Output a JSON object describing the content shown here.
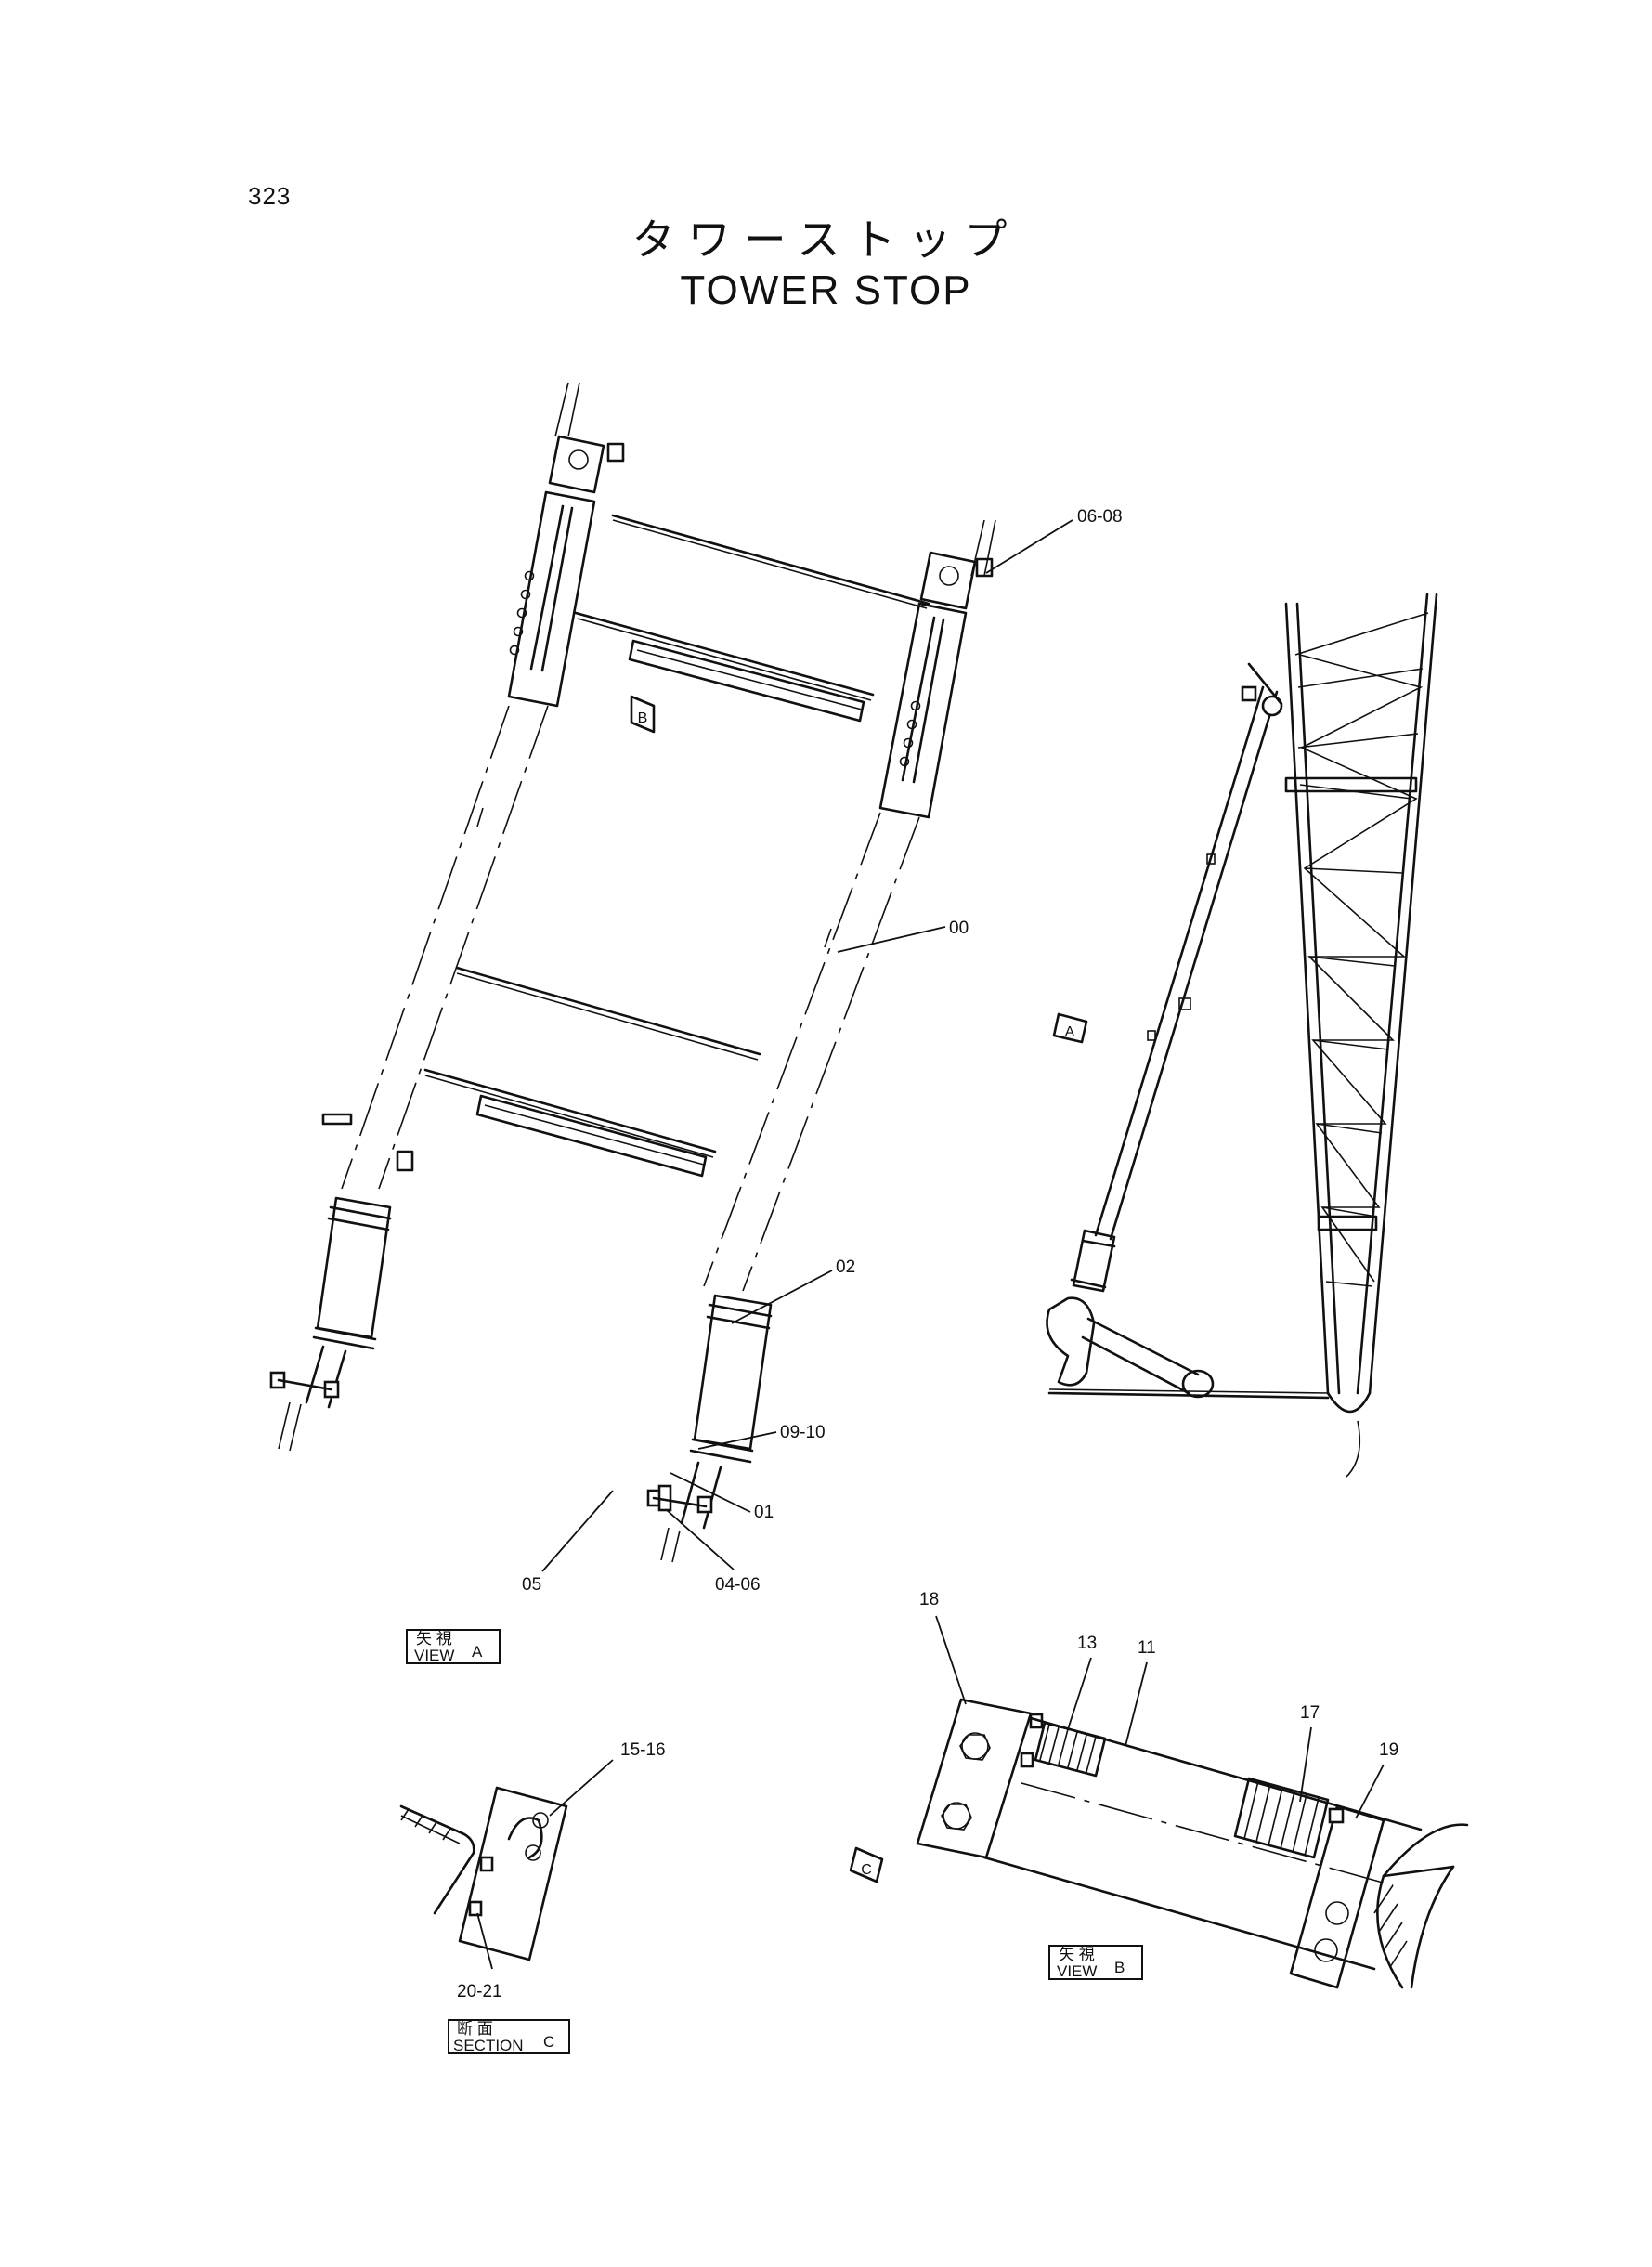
{
  "page_number": "323",
  "title_jp": "タワーストップ",
  "title_en": "TOWER STOP",
  "callouts": {
    "c_06_08": "06-08",
    "c_00": "00",
    "c_02": "02",
    "c_09_10": "09-10",
    "c_01": "01",
    "c_05": "05",
    "c_04_06": "04-06",
    "c_18": "18",
    "c_13": "13",
    "c_11": "11",
    "c_17": "17",
    "c_19": "19",
    "c_15_16": "15-16",
    "c_20_21": "20-21"
  },
  "view_markers": {
    "a": "A",
    "b": "B",
    "c": "C"
  },
  "view_labels": {
    "view_a": {
      "jp": "矢 視",
      "en": "VIEW",
      "letter": "A"
    },
    "view_b": {
      "jp": "矢 視",
      "en": "VIEW",
      "letter": "B"
    },
    "section_c": {
      "jp": "断 面",
      "en": "SECTION",
      "letter": "C"
    }
  }
}
